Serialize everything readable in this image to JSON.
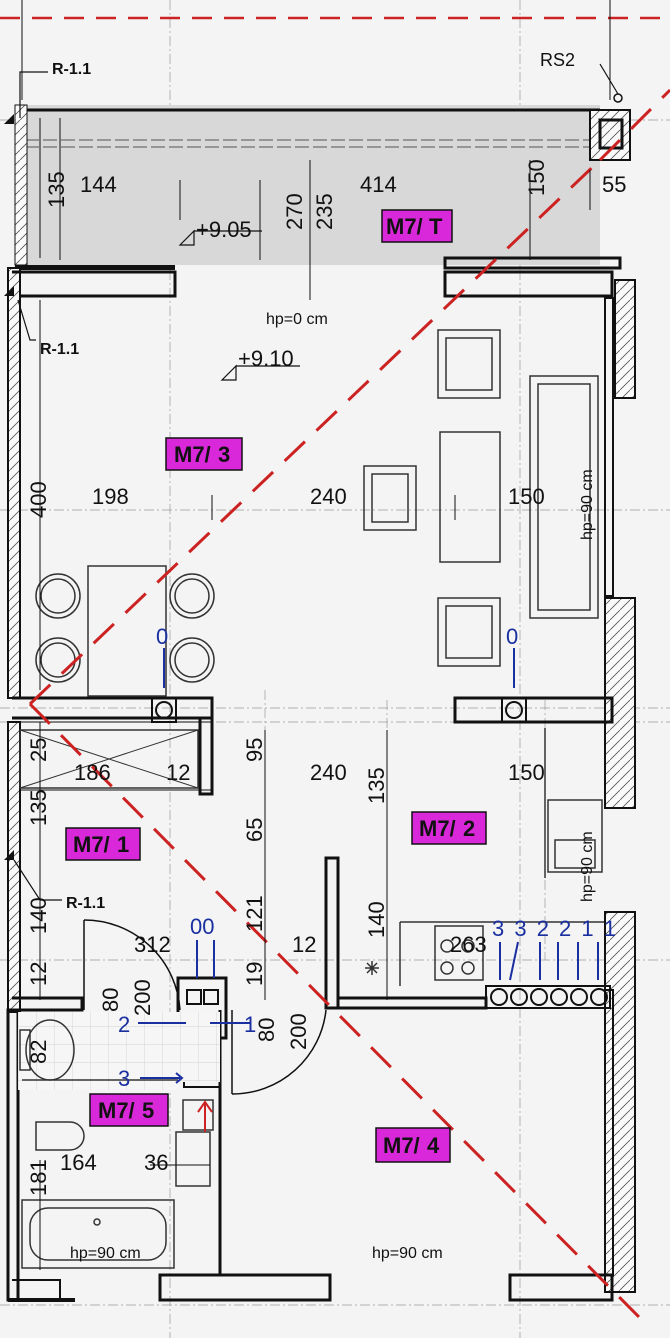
{
  "drawing": {
    "colors": {
      "wall": "#111111",
      "cut_line": "#cc2222",
      "room_label_bg": "#d928d9",
      "terrace_fill": "#d8d8d8",
      "riser_text": "#1a2fa0",
      "background": "#f4f4f4"
    },
    "rooms": [
      {
        "id": "M7/T",
        "prefix": "M7/",
        "suffix": "T"
      },
      {
        "id": "M7/3",
        "prefix": "M7/",
        "suffix": "3"
      },
      {
        "id": "M7/2",
        "prefix": "M7/",
        "suffix": "2"
      },
      {
        "id": "M7/1",
        "prefix": "M7/",
        "suffix": "1"
      },
      {
        "id": "M7/5",
        "prefix": "M7/",
        "suffix": "5"
      },
      {
        "id": "M7/4",
        "prefix": "M7/",
        "suffix": "4"
      }
    ],
    "section_marks": {
      "r11_top": "R-1.1",
      "r11_mid": "R-1.1",
      "r11_low": "R-1.1",
      "rs2": "RS2"
    },
    "levels": {
      "terrace": "+9.05",
      "living": "+9.10"
    },
    "heights": {
      "h0": "hp=0 cm",
      "h90_living": "hp=90 cm",
      "h90_kitchen": "hp=90 cm",
      "h90_bath": "hp=90 cm",
      "h90_bed": "hp=90 cm"
    },
    "dims": {
      "t135": "135",
      "t144": "144",
      "t270": "270",
      "t235": "235",
      "t414": "414",
      "t150a": "150",
      "t55": "55",
      "d400": "400",
      "d198": "198",
      "d240a": "240",
      "d150b": "150",
      "d25": "25",
      "d186": "186",
      "d12a": "12",
      "d95": "95",
      "d240b": "240",
      "d135a": "135",
      "d150c": "150",
      "d135b": "135",
      "d65": "65",
      "d140a": "140",
      "d121": "121",
      "d312": "312",
      "d12b": "12",
      "d140b": "140",
      "d263": "263",
      "d12c": "12",
      "d80a": "80",
      "d200a": "200",
      "d19": "19",
      "d80b": "80",
      "d200b": "200",
      "d82": "82",
      "d164": "164",
      "d36": "36",
      "d181": "181"
    },
    "risers": {
      "zero_left": "0",
      "zero_right": "0",
      "zero_pair": "00",
      "kitchen_nums": "3 3 2 2 1 1",
      "n2": "2",
      "n1": "1",
      "n3": "3"
    }
  }
}
